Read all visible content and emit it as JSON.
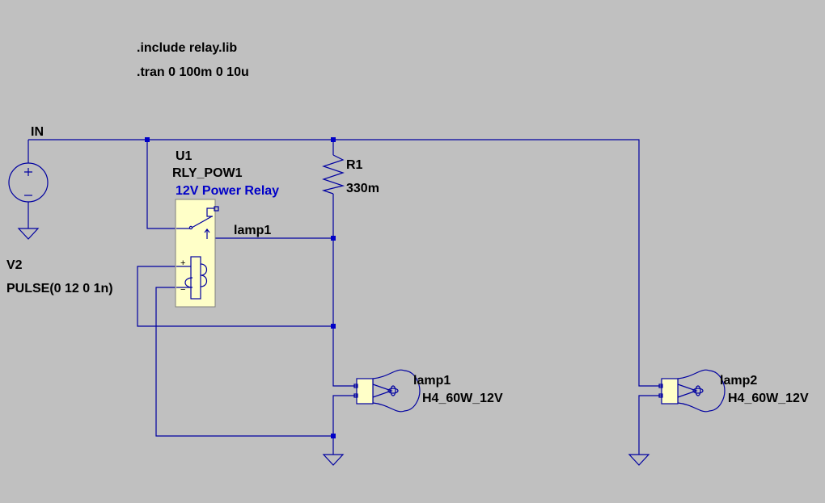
{
  "directives": {
    "include": ".include relay.lib",
    "tran": ".tran 0 100m 0 10u"
  },
  "nets": {
    "in": "IN",
    "lamp1": "lamp1"
  },
  "components": {
    "v2": {
      "name": "V2",
      "value": "PULSE(0 12 0 1n)"
    },
    "u1": {
      "name": "U1",
      "model": "RLY_POW1",
      "description": "12V Power Relay"
    },
    "r1": {
      "name": "R1",
      "value": "330m"
    },
    "lamp1": {
      "name": "lamp1",
      "model": "H4_60W_12V"
    },
    "lamp2": {
      "name": "lamp2",
      "model": "H4_60W_12V"
    }
  },
  "relay_pins": {
    "plus": "+",
    "minus": "−"
  },
  "colors": {
    "background": "#c0c0c0",
    "wire": "#0000a0",
    "component_fill": "#ffffc8",
    "description_text": "#0000c8",
    "label_text": "#000000"
  }
}
